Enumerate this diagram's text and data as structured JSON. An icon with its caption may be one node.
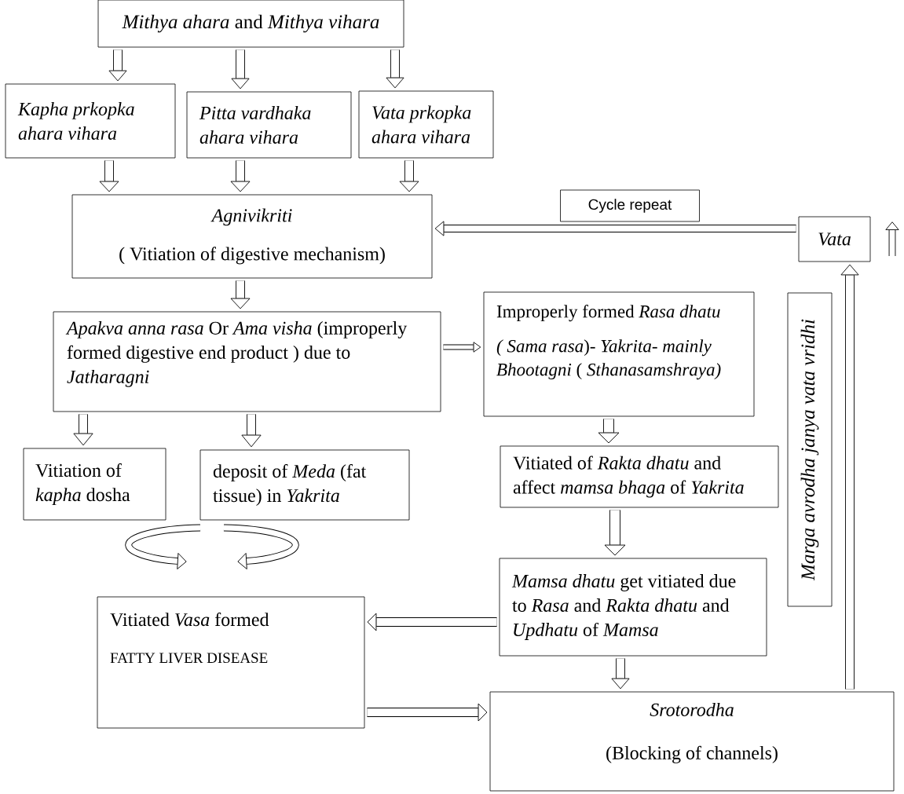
{
  "diagram": {
    "nodes": [
      {
        "text": [
          "*Mithya ahara* and *Mithya vihara*"
        ]
      },
      {
        "text": [
          "Kapha prkopka ahara vihara"
        ]
      },
      {
        "text": [
          "Pitta vardhaka ahara vihara"
        ]
      },
      {
        "text": [
          "Vata prkopka ahara vihara"
        ]
      },
      {
        "text": [
          "Agnivikriti",
          "( Vitiation of digestive mechanism)"
        ]
      },
      {
        "text": [
          "Vata"
        ]
      },
      {
        "text": [
          "*Apakva anna rasa* Or *Ama visha* (improperly formed digestive end product ) due to *Jatharagni*"
        ]
      },
      {
        "text": [
          "Improperly formed *Rasa dhatu*",
          "*( Sama rasa*)- *Yakrita- mainly Bhootagni* ( *Sthanasamshraya)*"
        ]
      },
      {
        "text": [
          "Vitiation of *kapha* dosha"
        ]
      },
      {
        "text": [
          "deposit of *Meda* (fat tissue) in *Yakrita*"
        ]
      },
      {
        "text": [
          "Vitiated of *Rakta dhatu* and affect *mamsa bhaga* of *Yakrita*"
        ]
      },
      {
        "text": [
          "Marga avrodha janya vata vridhi"
        ]
      },
      {
        "text": [
          "*Mamsa dhatu* get vitiated due to *Rasa* and *Rakta dhatu* and *Updhatu* of *Mamsa*"
        ]
      },
      {
        "text": [
          "Vitiated *Vasa* formed",
          "FATTY LIVER DISEASE"
        ]
      },
      {
        "text": [
          "Srotorodha",
          "(Blocking of channels)"
        ]
      }
    ],
    "edges": [
      {
        "from": 0,
        "to": 1,
        "arrow": "to"
      },
      {
        "from": 0,
        "to": 2,
        "arrow": "to"
      },
      {
        "from": 0,
        "to": 3,
        "arrow": "to"
      },
      {
        "from": 1,
        "to": 4,
        "arrow": "to"
      },
      {
        "from": 2,
        "to": 4,
        "arrow": "to"
      },
      {
        "from": 3,
        "to": 4,
        "arrow": "to"
      },
      {
        "from": 5,
        "to": 4,
        "arrow": "to",
        "label": "Cycle repeat"
      },
      {
        "from": 4,
        "to": 6,
        "arrow": "to"
      },
      {
        "from": 6,
        "to": 7,
        "arrow": "to"
      },
      {
        "from": 6,
        "to": 8,
        "arrow": "to"
      },
      {
        "from": 6,
        "to": 9,
        "arrow": "to"
      },
      {
        "from": 7,
        "to": 10,
        "arrow": "to"
      },
      {
        "from": 10,
        "to": 12,
        "arrow": "to"
      },
      {
        "from": 12,
        "to": 13,
        "arrow": "to"
      },
      {
        "from": 12,
        "to": 14,
        "arrow": "to"
      },
      {
        "from": 13,
        "to": 14,
        "arrow": "to"
      },
      {
        "from": 14,
        "to": 5,
        "arrow": "to"
      }
    ]
  }
}
